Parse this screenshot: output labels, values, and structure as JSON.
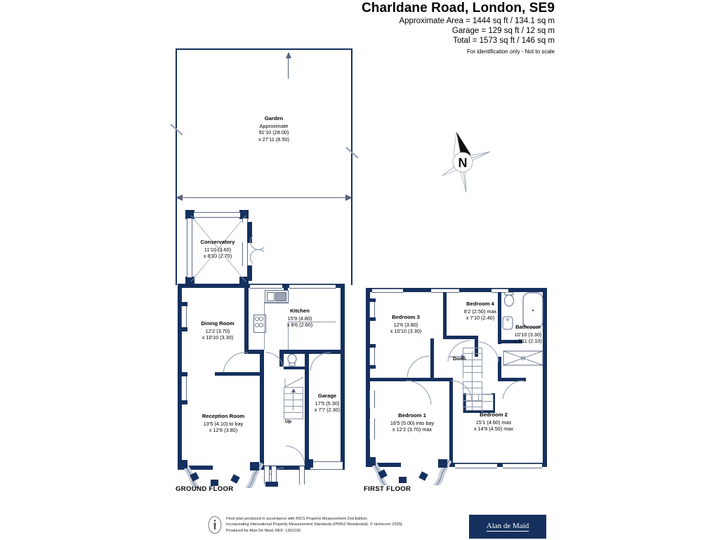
{
  "header": {
    "title": "Charldane Road, London, SE9",
    "line1": "Approximate Area = 1444 sq ft / 134.1 sq m",
    "line2": "Garage = 129 sq ft / 12 sq m",
    "line3": "Total = 1573 sq ft / 146 sq m",
    "disclaimer": "For identification only - Not to scale"
  },
  "compass": {
    "label": "N"
  },
  "floors": {
    "ground_label": "GROUND FLOOR",
    "first_label": "FIRST FLOOR"
  },
  "rooms": {
    "garden": {
      "name": "Garden",
      "note": "Approximate",
      "dim1": "91'10 (28.00)",
      "dim2": "x 27'11 (8.50)"
    },
    "conservatory": {
      "name": "Conservatory",
      "dim1": "11'10 (3.60)",
      "dim2": "x 8'10 (2.70)"
    },
    "kitchen": {
      "name": "Kitchen",
      "dim1": "15'9 (4.80)",
      "dim2": "x 8'6 (2.60)"
    },
    "dining": {
      "name": "Dining Room",
      "dim1": "12'2 (3.70)",
      "dim2": "x 10'10 (3.30)"
    },
    "reception": {
      "name": "Reception Room",
      "dim1": "13'5 (4.10) to bay",
      "dim2": "x 12'6 (3.80)"
    },
    "garage": {
      "name": "Garage",
      "dim1": "17'5 (5.30)",
      "dim2": "x 7'7 (2.30)"
    },
    "bedroom1": {
      "name": "Bedroom 1",
      "dim1": "16'5 (5.00) into bay",
      "dim2": "x 12'2 (3.70) max"
    },
    "bedroom2": {
      "name": "Bedroom 2",
      "dim1": "15'1 (4.60) max",
      "dim2": "x 14'9 (4.50) max"
    },
    "bedroom3": {
      "name": "Bedroom 3",
      "dim1": "12'6 (3.80)",
      "dim2": "x 10'10 (3.30)"
    },
    "bedroom4": {
      "name": "Bedroom 4",
      "dim1": "8'2 (2.50) max",
      "dim2": "x 7'10 (2.40)"
    },
    "bathroom": {
      "name": "Bathroom",
      "dim1": "10'10 (3.30)",
      "dim2": "x 6'11 (2.10)"
    }
  },
  "stairs": {
    "up_label": "Up",
    "down_label": "Down"
  },
  "footer": {
    "line1": "Floor plan produced in accordance with RICS Property Measurement 2nd Edition,",
    "line2": "Incorporating International Property Measurement Standards (IPMS2 Residential).    © ntchecom 2025].",
    "line3": "Produced for Alan De Maid.    REF: 1362190",
    "logo": "Alan de Maid"
  },
  "colors": {
    "wall": "#15305e",
    "thin": "#8e99ad",
    "text": "#000000"
  }
}
